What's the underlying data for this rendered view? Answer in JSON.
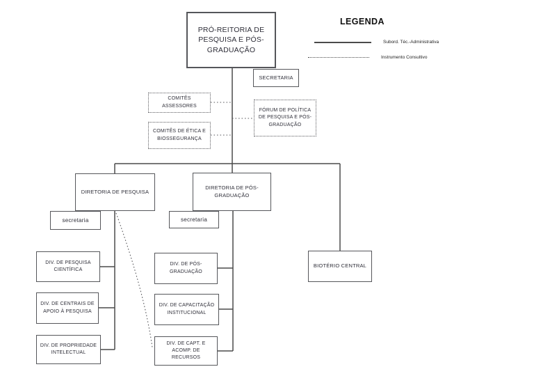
{
  "legend": {
    "title": "LEGENDA",
    "items": [
      {
        "name": "subordinacao",
        "line_style": "solid",
        "label": "Subord. Téc.-Administrativa"
      },
      {
        "name": "consultivo",
        "line_style": "dotted",
        "label": "Instrumento Consultivo"
      }
    ]
  },
  "org": {
    "root": {
      "label": "PRÓ-REITORIA DE PESQUISA E PÓS-GRADUAÇÃO"
    },
    "secretaria_root": {
      "label": "SECRETARIA"
    },
    "comites_assessores": {
      "label": "COMITÊS ASSESSORES",
      "connection": "consultivo"
    },
    "comites_etica": {
      "label": "COMITÊS DE ÉTICA E BIOSSEGURANÇA",
      "connection": "consultivo"
    },
    "forum": {
      "label": "FÓRUM DE POLÍTICA DE PESQUISA E PÓS-GRADUAÇÃO",
      "connection": "consultivo"
    },
    "diretoria_pesquisa": {
      "label": "DIRETORIA DE PESQUISA"
    },
    "secretaria_pesquisa": {
      "label": "secretaria"
    },
    "diretoria_pos": {
      "label": "DIRETORIA DE PÓS-GRADUAÇÃO"
    },
    "secretaria_pos": {
      "label": "secretaria"
    },
    "div_pesquisa_cientifica": {
      "label": "DIV. DE PESQUISA CIENTÍFICA"
    },
    "div_centrais_apoio": {
      "label": "DIV. DE CENTRAIS DE APOIO À PESQUISA"
    },
    "div_propriedade": {
      "label": "DIV. DE PROPRIEDADE INTELECTUAL"
    },
    "div_pos_graduacao": {
      "label": "DIV. DE PÓS-GRADUAÇÃO"
    },
    "div_capacitacao": {
      "label": "DIV. DE CAPACITAÇÃO INSTITUCIONAL"
    },
    "div_capt_recursos": {
      "label": "DIV. DE CAPT. E ACOMP. DE RECURSOS"
    },
    "bioterio": {
      "label": "BIOTÉRIO CENTRAL"
    }
  },
  "colors": {
    "line_solid": "#4a4a4a",
    "line_dotted": "#5a5a5e",
    "text": "#2e2e38",
    "background": "#ffffff"
  }
}
